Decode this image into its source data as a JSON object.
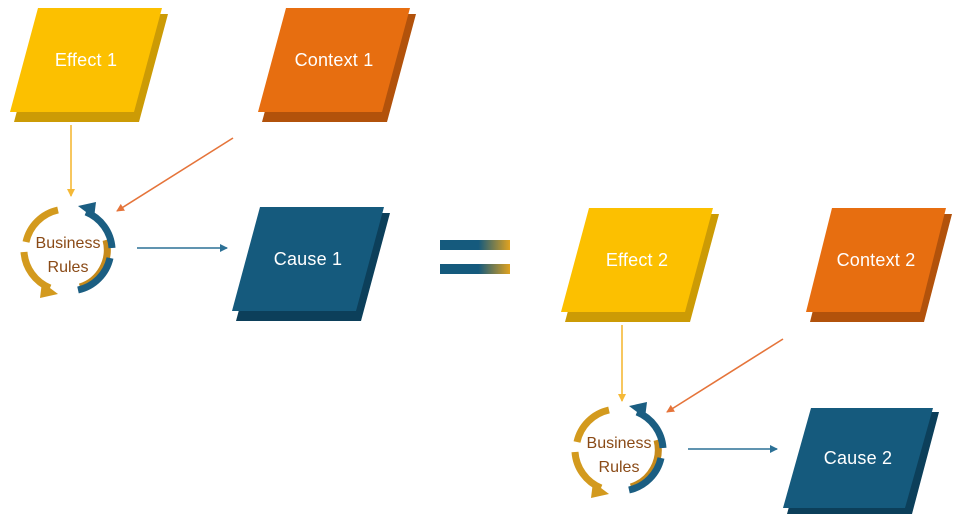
{
  "colors": {
    "effect": "#FCC000",
    "effect_shadow": "#CC9B05",
    "context": "#E76E10",
    "context_shadow": "#B2520B",
    "cause": "#155A7D",
    "cause_shadow": "#0C3F5A",
    "business_rules_text": "#8A4A16",
    "arrow_effect": "#F5B937",
    "arrow_context": "#E5743A",
    "arrow_cause": "#2C7196"
  },
  "left": {
    "effect": "Effect 1",
    "context": "Context 1",
    "cause": "Cause 1",
    "rules_line1": "Business",
    "rules_line2": "Rules"
  },
  "right": {
    "effect": "Effect 2",
    "context": "Context 2",
    "cause": "Cause 2",
    "rules_line1": "Business",
    "rules_line2": "Rules"
  }
}
